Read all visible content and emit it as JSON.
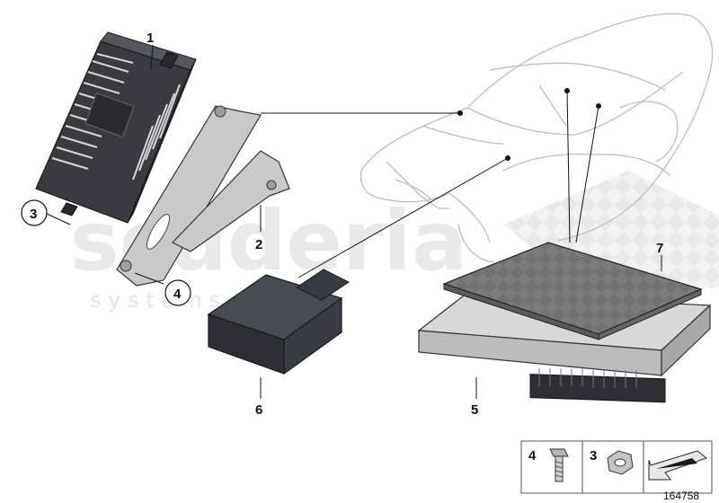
{
  "watermark": {
    "brand": "scuderia",
    "sub": "s y s t e m s"
  },
  "callouts": {
    "c1": "1",
    "c2": "2",
    "c3": "3",
    "c4": "4",
    "c5": "5",
    "c6": "6",
    "c7": "7"
  },
  "legend": {
    "bolt_number": "4",
    "nut_number": "3"
  },
  "reference_number": "164758",
  "icons": [
    "bolt-icon",
    "nut-icon",
    "arrow-icon"
  ],
  "colors": {
    "module_dark": "#3c3c42",
    "bracket": "#c8c8c8",
    "lid": "#7a7a7a",
    "outline": "#1a1a1a"
  }
}
